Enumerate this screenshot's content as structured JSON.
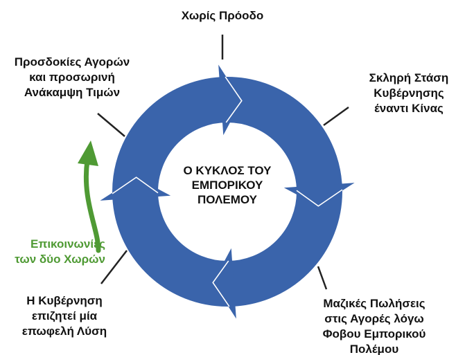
{
  "center_title": [
    "Ο ΚΥΚΛΟΣ ΤΟΥ",
    "ΕΜΠΟΡΙΚΟΥ",
    "ΠΟΛΕΜΟΥ"
  ],
  "stages": {
    "top": [
      "Χωρίς Πρόοδο"
    ],
    "right": [
      "Σκληρή Στάση",
      "Κυβέρνησης",
      "έναντι Κίνας"
    ],
    "bottom_right": [
      "Μαζικές Πωλήσεις",
      "στις Αγορές λόγω",
      "Φοβου Εμπορικού",
      "Πολέμου"
    ],
    "bottom_left": [
      "Η Κυβέρνηση",
      "επιζητεί μία",
      "επωφελή Λύση"
    ],
    "top_left": [
      "Προσδοκίες Αγορών",
      "και προσωρινή",
      "Ανάκαμψη Τιμών"
    ]
  },
  "side_note": [
    "Επικοινωνίες",
    "των δύο Χωρών"
  ],
  "colors": {
    "ring": "#3a64ab",
    "note": "#4f9a34",
    "connector": "#222222"
  }
}
